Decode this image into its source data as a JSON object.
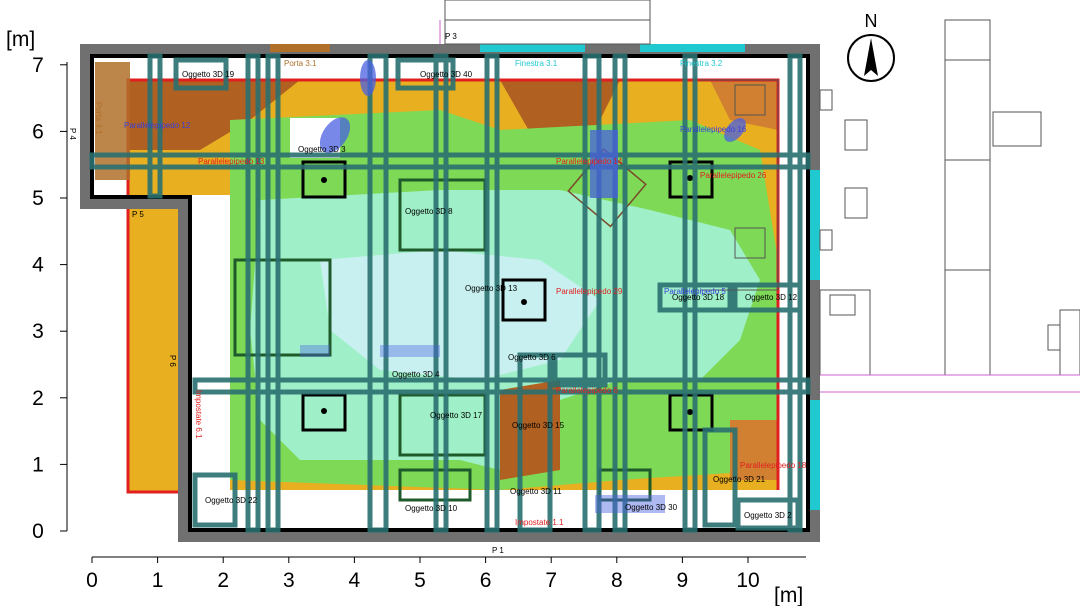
{
  "plan": {
    "y_unit": "[m]",
    "x_unit": "[m]",
    "x_ticks": [
      "0",
      "1",
      "2",
      "3",
      "4",
      "5",
      "6",
      "7",
      "8",
      "9",
      "10"
    ],
    "y_ticks": [
      "0",
      "1",
      "2",
      "3",
      "4",
      "5",
      "6",
      "7"
    ],
    "compass": "N",
    "walls": [
      "P 1",
      "P 3",
      "P 4",
      "P 5",
      "P 6"
    ],
    "openings": [
      "Porta 3.1",
      "Porta 4.1",
      "Finestra 3.1",
      "Finestra 3.2",
      "Impostate 1.1",
      "Impostate 6.1"
    ],
    "objects": [
      "Oggetto 3D 19",
      "Oggetto 3D 40",
      "Oggetto 3D 3",
      "Oggetto 3D 18",
      "Oggetto 3D 22",
      "Oggetto 3D 10",
      "Oggetto 3D 15",
      "Oggetto 3D 11",
      "Oggetto 3D 6",
      "Oggetto 3D 4",
      "Oggetto 3D 8",
      "Oggetto 3D 21",
      "Oggetto 3D 13",
      "Oggetto 3D 2",
      "Oggetto 3D 30",
      "Oggetto 3D 17",
      "Oggetto 3D 12"
    ],
    "parallelepipeds": [
      "Parallelepipedo 12",
      "Parallelepipedo 13",
      "Parallelepipedo 14",
      "Parallelepipedo 26",
      "Parallelepipedo 29",
      "Parallelepipedo 5",
      "Parallelepipedo 18",
      "Parallelepipedo 6",
      "Parallelepipedo 16"
    ],
    "colors": {
      "contour_white": "#ffffff",
      "contour_lightcyan": "#c8f0f0",
      "contour_cyan": "#9ff0c8",
      "contour_green": "#7ed957",
      "contour_yellow": "#e8b020",
      "contour_orange": "#d08030",
      "contour_brown": "#b06020",
      "contour_red": "#e02020",
      "wall_gray": "#707070",
      "window_cyan": "#20c8d0",
      "door_brown": "#b0702a",
      "luminaire_teal": "#2a7070",
      "furniture_green": "#1f5a2a",
      "highlight_blue": "#4a60e0",
      "label_red": "#e02020",
      "label_blue": "#3a40d8"
    }
  }
}
